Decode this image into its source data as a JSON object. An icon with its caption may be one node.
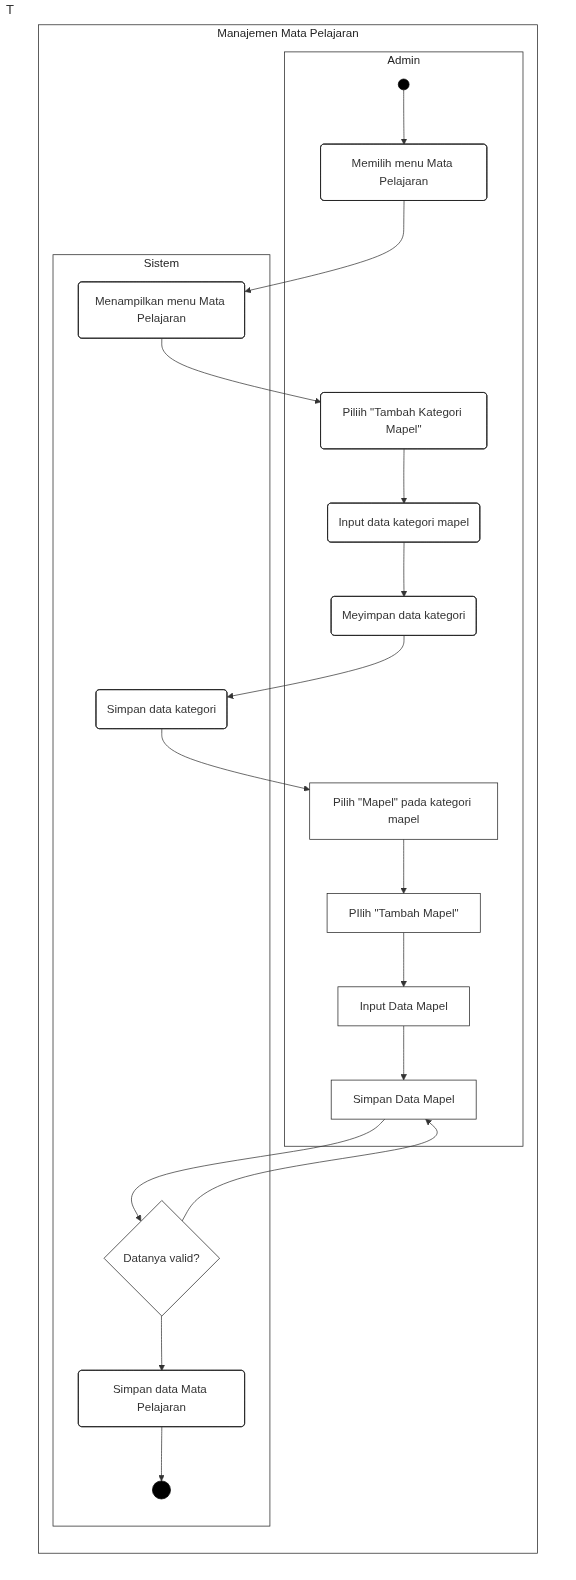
{
  "diagram": {
    "nodes": [
      {
        "text": [
          "Manajemen Mata Pelajaran"
        ]
      },
      {
        "text": [
          "Admin"
        ],
        "in": 0
      },
      {
        "text": [
          "Sistem"
        ],
        "in": 0
      },
      {
        "text": [],
        "shape": "circle",
        "in": 1
      },
      {
        "text": [
          "Memilih menu Mata Pelajaran"
        ],
        "in": 1
      },
      {
        "text": [
          "Menampilkan menu Mata Pelajaran"
        ],
        "in": 2
      },
      {
        "text": [
          "Piliih \"Tambah Kategori Mapel\""
        ],
        "in": 1
      },
      {
        "text": [
          "Input data kategori mapel"
        ],
        "in": 1
      },
      {
        "text": [
          "Meyimpan data kategori"
        ],
        "in": 1
      },
      {
        "text": [
          "Simpan data kategori"
        ],
        "in": 2
      },
      {
        "text": [
          "Pilih \"Mapel\" pada kategori mapel"
        ],
        "in": 1
      },
      {
        "text": [
          "PIlih \"Tambah Mapel\""
        ],
        "in": 1
      },
      {
        "text": [
          "Input Data Mapel"
        ],
        "in": 1
      },
      {
        "text": [
          "Simpan Data Mapel"
        ],
        "in": 1
      },
      {
        "text": [
          "Datanya valid?"
        ],
        "in": 2
      },
      {
        "text": [
          "Simpan data Mata Pelajaran"
        ],
        "in": 2
      },
      {
        "text": [],
        "shape": "bullseye",
        "in": 2
      }
    ],
    "edges": [
      {
        "from": 3,
        "to": 4,
        "arrow": "to"
      },
      {
        "from": 4,
        "to": 5,
        "arrow": "to"
      },
      {
        "from": 5,
        "to": 6,
        "arrow": "to"
      },
      {
        "from": 6,
        "to": 7,
        "arrow": "to"
      },
      {
        "from": 7,
        "to": 8,
        "arrow": "to"
      },
      {
        "from": 8,
        "to": 9,
        "arrow": "to"
      },
      {
        "from": 9,
        "to": 10,
        "arrow": "to"
      },
      {
        "from": 10,
        "to": 11,
        "arrow": "to"
      },
      {
        "from": 11,
        "to": 12,
        "arrow": "to"
      },
      {
        "from": 12,
        "to": 13,
        "arrow": "to"
      },
      {
        "from": 14,
        "to": 13,
        "arrow": "to"
      },
      {
        "from": 13,
        "to": 14,
        "arrow": "to"
      },
      {
        "from": 14,
        "to": 15,
        "arrow": "to"
      },
      {
        "from": 15,
        "to": 16,
        "arrow": "to"
      }
    ],
    "labels": [
      "T"
    ]
  }
}
